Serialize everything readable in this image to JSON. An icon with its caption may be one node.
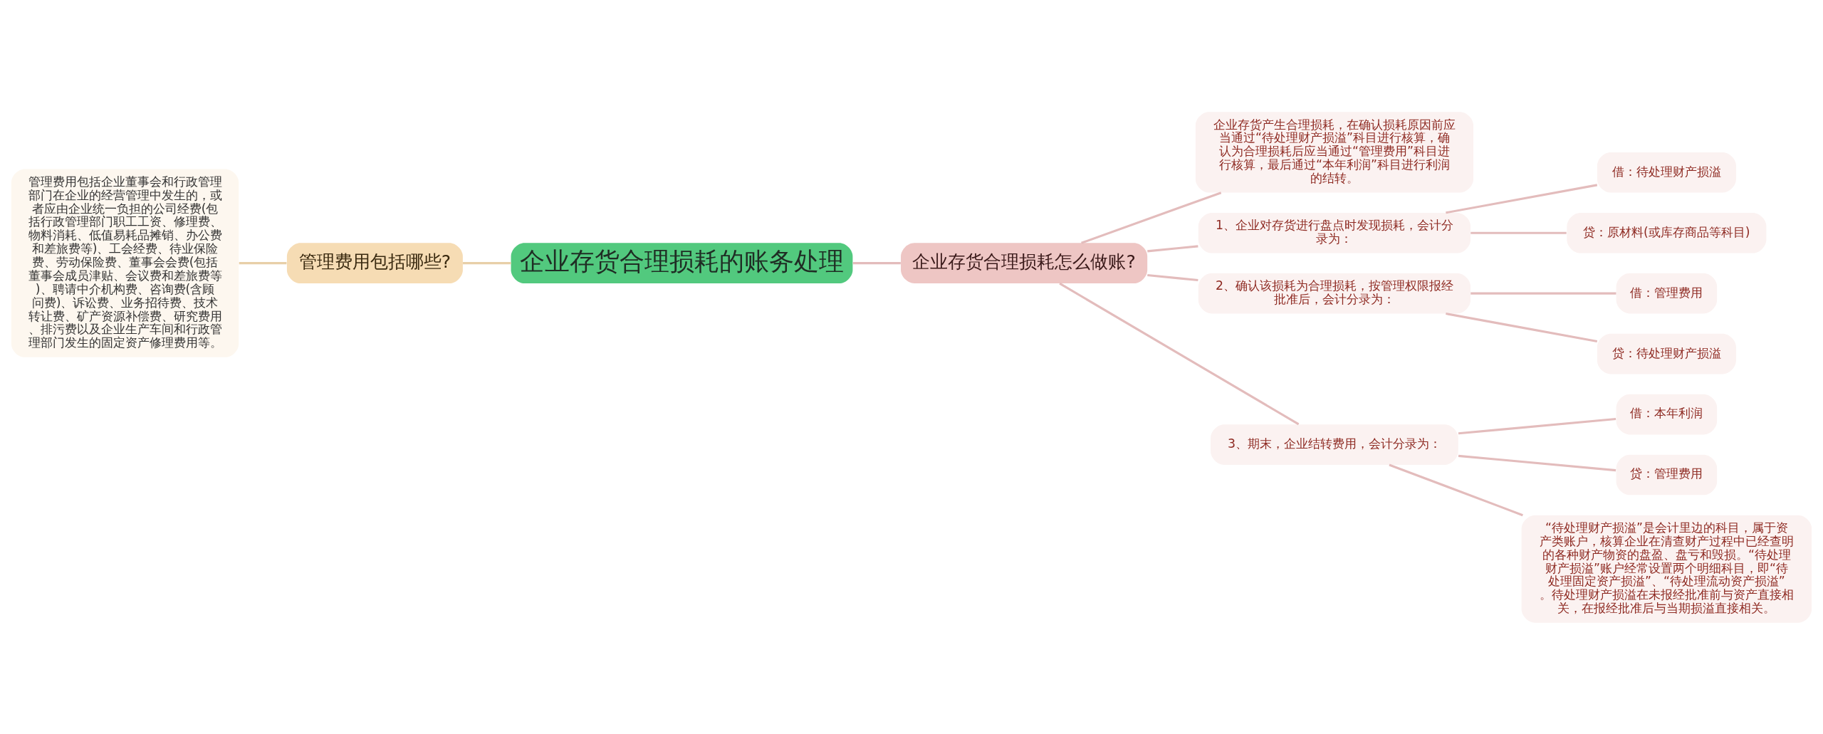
{
  "diagram": {
    "nodes": [
      {
        "text": [
          "企业存货合理损耗的账务处理"
        ]
      },
      {
        "text": [
          "管理费用包括哪些?"
        ]
      },
      {
        "text": [
          "管理费用包括企业董事会和行政管理部门在企业的经营管理中发生的，或者应由企业统一负担的公司经费(包括行政管理部门职工工资、修理费、物料消耗、低值易耗品摊销、办公费和差旅费等)、工会经费、待业保险费、劳动保险费、董事会会费(包括董事会成员津贴、会议费和差旅费等)、聘请中介机构费、咨询费(含顾问费)、诉讼费、业务招待费、技术转让费、矿产资源补偿费、研究费用、排污费以及企业生产车间和行政管理部门发生的固定资产修理费用等。"
        ]
      },
      {
        "text": [
          "企业存货合理损耗怎么做账?"
        ]
      },
      {
        "text": [
          "企业存货产生合理损耗，在确认损耗原因前应当通过“待处理财产损溢”科目进行核算，确认为合理损耗后应当通过“管理费用”科目进行核算，最后通过“本年利润”科目进行利润的结转。"
        ]
      },
      {
        "text": [
          "1、企业对存货进行盘点时发现损耗，会计分录为："
        ]
      },
      {
        "text": [
          "借：待处理财产损溢"
        ]
      },
      {
        "text": [
          "贷：原材料(或库存商品等科目)"
        ]
      },
      {
        "text": [
          "2、确认该损耗为合理损耗，按管理权限报经批准后，会计分录为："
        ]
      },
      {
        "text": [
          "借：管理费用"
        ]
      },
      {
        "text": [
          "贷：待处理财产损溢"
        ]
      },
      {
        "text": [
          "3、期末，企业结转费用，会计分录为："
        ]
      },
      {
        "text": [
          "借：本年利润"
        ]
      },
      {
        "text": [
          "贷：管理费用"
        ]
      },
      {
        "text": [
          "“待处理财产损溢”是会计里边的科目，属于资产类账户，核算企业在清查财产过程中已经查明的各种财产物资的盘盈、盘亏和毁损。“待处理财产损溢”账户经常设置两个明细科目，即“待处理固定资产损溢”、“待处理流动资产损溢”。待处理财产损溢在未报经批准前与资产直接相关，在报经批准后与当期损溢直接相关。"
        ]
      }
    ],
    "edges": [
      {
        "from": 0,
        "to": 1,
        "arrow": "none",
        "color": "#e8cfa8"
      },
      {
        "from": 1,
        "to": 2,
        "arrow": "none",
        "color": "#e8cfa8"
      },
      {
        "from": 0,
        "to": 3,
        "arrow": "none"
      },
      {
        "from": 3,
        "to": 4,
        "arrow": "none"
      },
      {
        "from": 3,
        "to": 5,
        "arrow": "none"
      },
      {
        "from": 5,
        "to": 6,
        "arrow": "none"
      },
      {
        "from": 5,
        "to": 7,
        "arrow": "none"
      },
      {
        "from": 3,
        "to": 8,
        "arrow": "none"
      },
      {
        "from": 8,
        "to": 9,
        "arrow": "none"
      },
      {
        "from": 8,
        "to": 10,
        "arrow": "none"
      },
      {
        "from": 3,
        "to": 11,
        "arrow": "none"
      },
      {
        "from": 11,
        "to": 12,
        "arrow": "none"
      },
      {
        "from": 11,
        "to": 13,
        "arrow": "none"
      },
      {
        "from": 11,
        "to": 14,
        "arrow": "none"
      }
    ]
  }
}
